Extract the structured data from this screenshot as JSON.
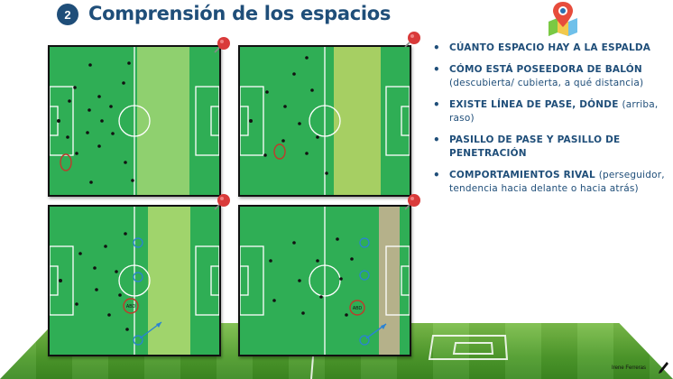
{
  "slide": {
    "number": "2",
    "title": "Comprensión de los espacios"
  },
  "icons": {
    "map": "map-location-icon",
    "pin": "push-pin-icon",
    "pen": "pen-icon"
  },
  "colors": {
    "title_blue": "#1f4e79",
    "pitch_green": "#2fae55",
    "zone_light_green": "#8fd06f",
    "zone_yellow_green": "#a6cf63",
    "zone_tan": "#b5b18a",
    "pin_red": "#d93a3a",
    "marker_blue": "#2a82d4",
    "marker_red": "#c0392b"
  },
  "diagrams": [
    {
      "name": "top-left",
      "zone_color": "#8fd06f",
      "zone_start": 0.52,
      "zone_end": 0.83,
      "label": ""
    },
    {
      "name": "top-right",
      "zone_color": "#a6cf63",
      "zone_start": 0.55,
      "zone_end": 0.83,
      "label": ""
    },
    {
      "name": "bottom-left",
      "zone_color": "#a0d46c",
      "zone_start": 0.58,
      "zone_end": 0.83,
      "label": "ABD"
    },
    {
      "name": "bottom-right",
      "zone_color": "#b5b18a",
      "zone_start": 0.82,
      "zone_end": 0.94,
      "label": "ABD"
    }
  ],
  "bullets": [
    {
      "text": "CÚANTO ESPACIO HAY A LA ESPALDA",
      "sub": ""
    },
    {
      "text": "CÓMO ESTÁ POSEEDORA DE BALÓN",
      "sub": "(descubierta/ cubierta, a qué distancia)"
    },
    {
      "text": "EXISTE LÍNEA DE PASE, DÓNDE",
      "sub": "(arriba, raso)"
    },
    {
      "text": "PASILLO DE PASE Y PASILLO DE PENETRACIÓN",
      "sub": ""
    },
    {
      "text": "COMPORTAMIENTOS RIVAL",
      "sub": "(perseguidor, tendencia hacia delante o hacia atrás)"
    }
  ],
  "footer": {
    "author": "Irene Ferreras"
  }
}
